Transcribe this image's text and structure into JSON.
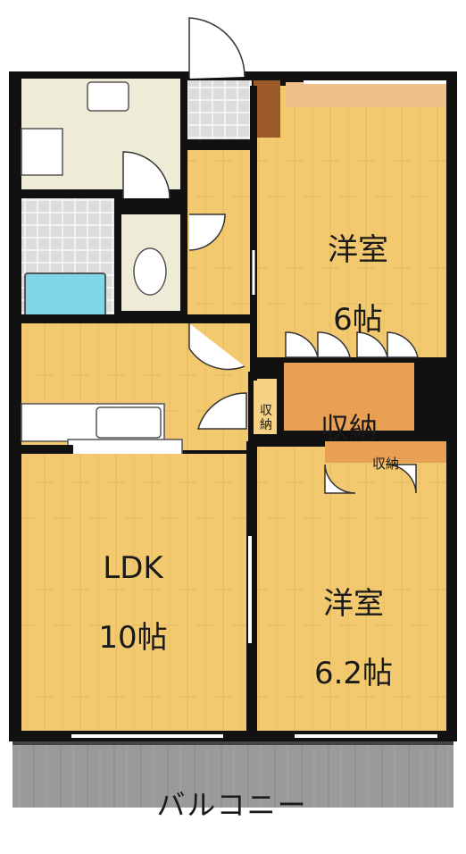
{
  "rooms": {
    "western_room_1": {
      "name": "洋室",
      "size": "6帖"
    },
    "storage_main": {
      "name": "収納"
    },
    "storage_small_top": {
      "name": "収納"
    },
    "storage_narrow": {
      "name": "収\n納"
    },
    "ldk": {
      "name": "LDK",
      "size": "10帖"
    },
    "western_room_2": {
      "name": "洋室",
      "size": "6.2帖"
    },
    "balcony": {
      "name": "バルコニー"
    }
  },
  "colors": {
    "floor_wood": "#f2c96f",
    "floor_wood_light": "#f5d286",
    "wet_area": "#eeebd6",
    "storage_orange": "#e8a154",
    "wall": "#111111",
    "balcony_gray": "#9a9a9a",
    "bath_blue": "#7fd6e6"
  }
}
